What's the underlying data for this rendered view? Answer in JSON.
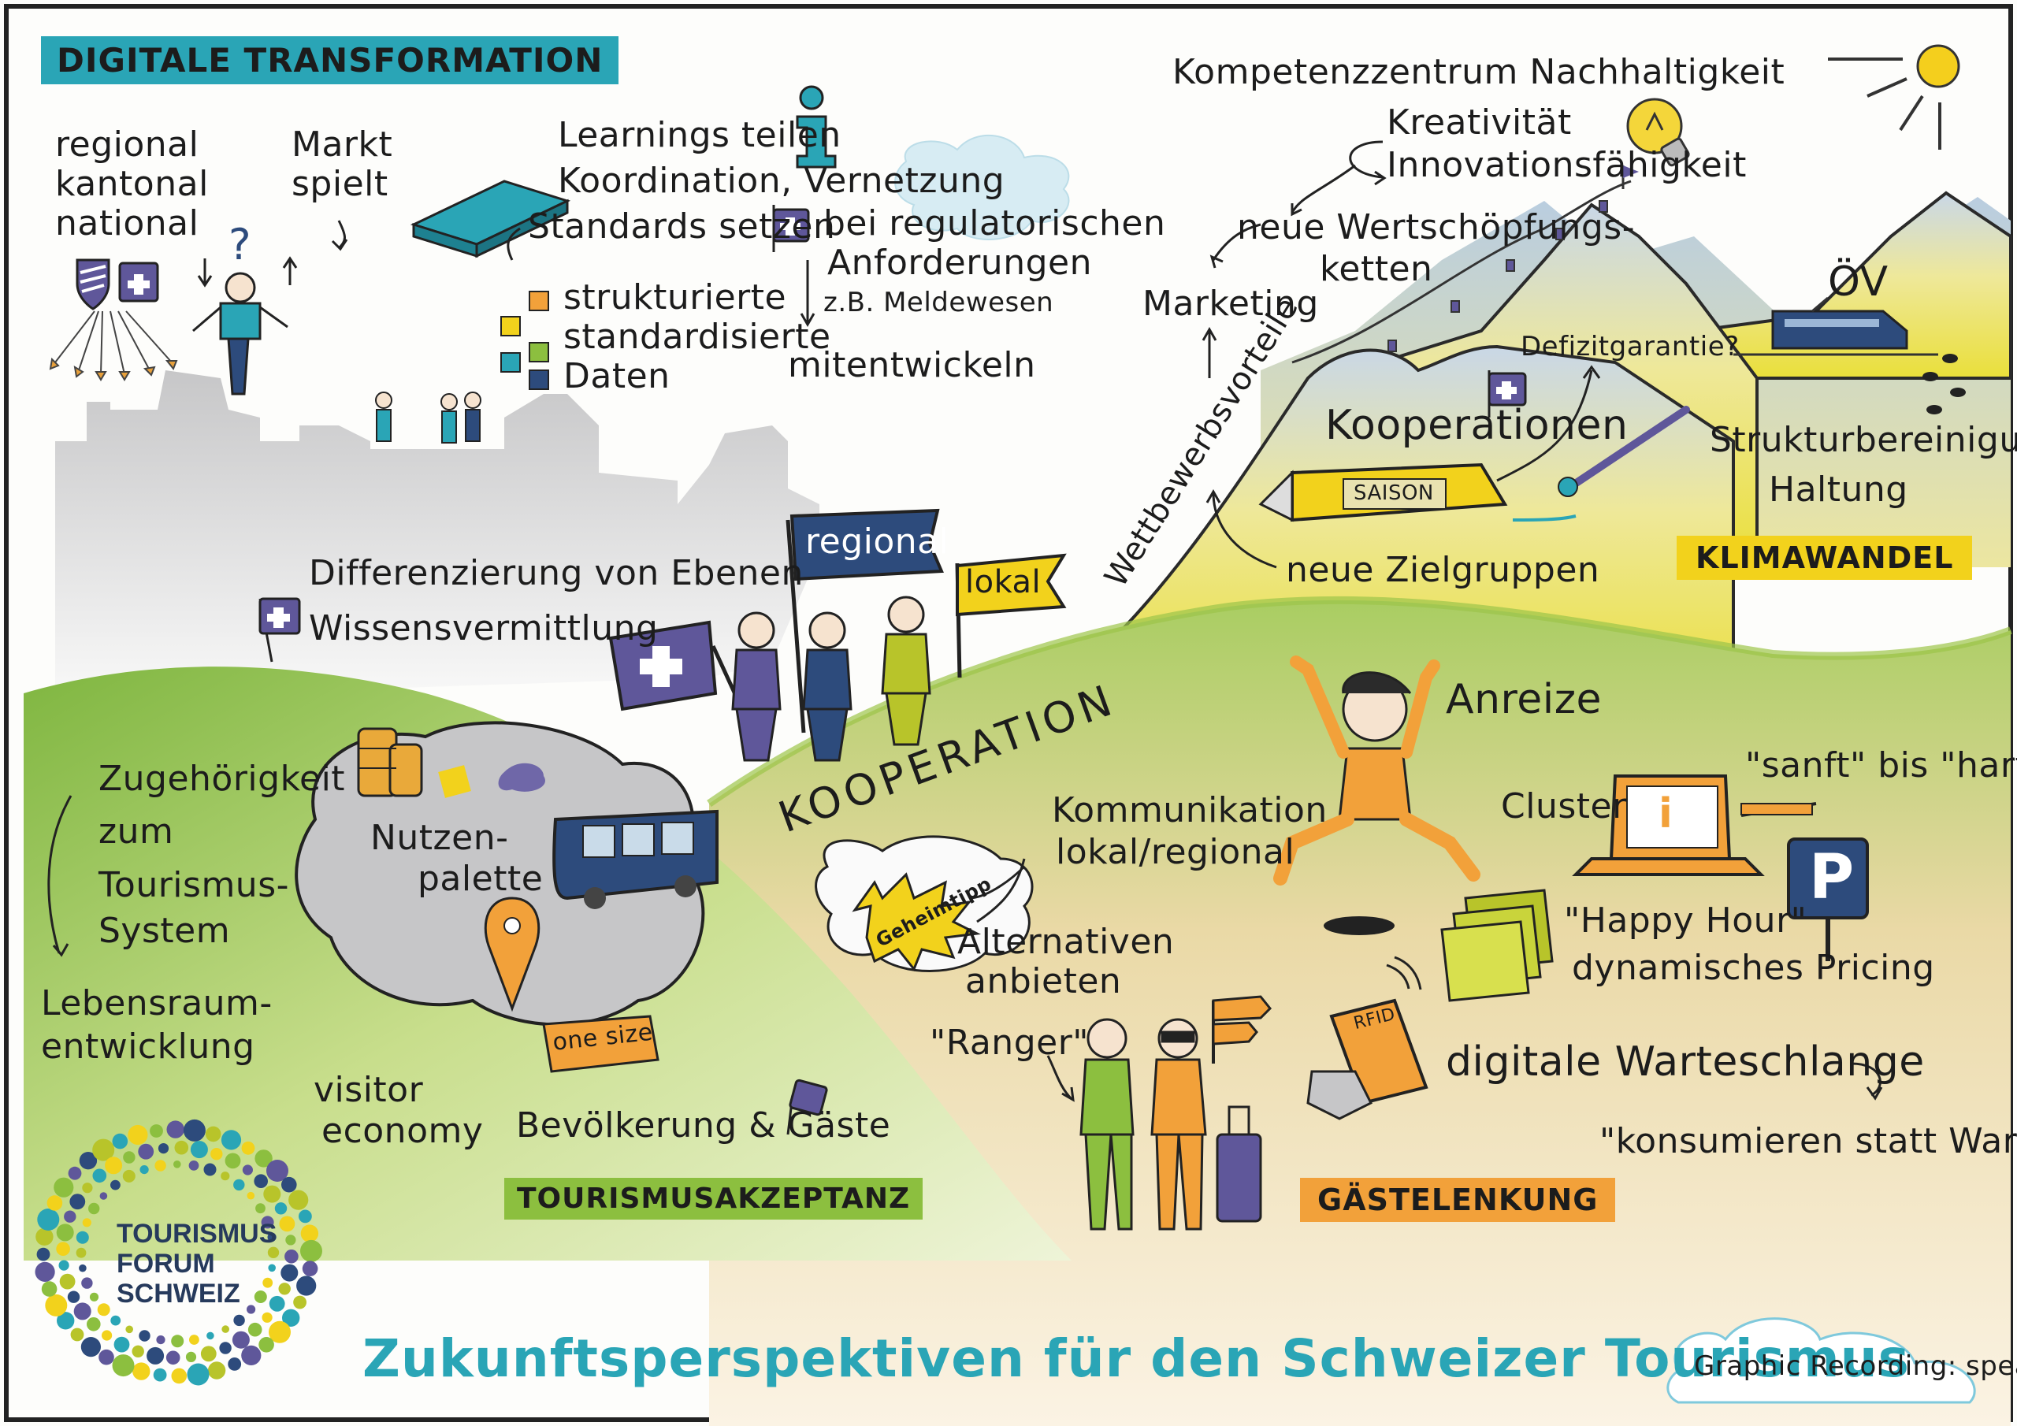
{
  "title": "Zukunftsperspektiven für den Schweizer Tourismus",
  "credit": "Graphic Recording: speakture",
  "logo": {
    "line1": "TOURISMUS",
    "line2": "FORUM",
    "line3": "SCHWEIZ"
  },
  "section_labels": {
    "digital": "DIGITALE TRANSFORMATION",
    "climate": "KLIMAWANDEL",
    "acceptance": "TOURISMUSAKZEPTANZ",
    "guidance": "GÄSTELENKUNG",
    "cooperation": "KOOPERATION"
  },
  "digital": {
    "levels": [
      "regional",
      "kantonal",
      "national"
    ],
    "market": [
      "Markt",
      "spielt"
    ],
    "question": "?",
    "learnings": "Learnings teilen",
    "coordination": "Koordination, Vernetzung",
    "standards": "Standards setzen",
    "regulatory": [
      "bei regulatorischen",
      "Anforderungen"
    ],
    "example": "z.B. Meldewesen",
    "codevelop": "mitentwickeln",
    "data": [
      "strukturierte",
      "standardisierte",
      "Daten"
    ],
    "differentiation": "Differenzierung von Ebenen",
    "knowledge": "Wissensvermittlung"
  },
  "cooperation": {
    "flag_regional": "regional",
    "flag_local": "lokal",
    "competitive": "Wettbewerbsvorteile",
    "marketing": "Marketing",
    "value_chains": [
      "neue Wertschöpfungs-",
      "ketten"
    ],
    "competence": "Kompetenzzentrum Nachhaltigkeit",
    "creativity": [
      "Kreativität",
      "Innovationsfähigkeit"
    ],
    "cooperations": "Kooperationen",
    "target_groups": "neue Zielgruppen",
    "deficit": "Defizitgarantie?"
  },
  "climate": {
    "season": "SAISON",
    "pt": "ÖV",
    "restructuring": "Strukturbereinigung?",
    "attitude": "Haltung"
  },
  "acceptance": {
    "belonging": [
      "Zugehörigkeit",
      "zum",
      "Tourismus-",
      "System"
    ],
    "habitat": [
      "Lebensraum-",
      "entwicklung"
    ],
    "benefits": [
      "Nutzen-",
      "palette"
    ],
    "visitor": [
      "visitor",
      "economy"
    ],
    "one_size": "one size",
    "population": "Bevölkerung & Gäste"
  },
  "guidance": {
    "incentives": "Anreize",
    "communication": [
      "Kommunikation",
      "lokal/regional"
    ],
    "secret_tip": "Geheimtipp",
    "alternatives": [
      "Alternativen",
      "anbieten"
    ],
    "ranger": "\"Ranger\"",
    "cluster": "Cluster",
    "soft_hard": "\"sanft\" bis \"hart\"",
    "happy_hour": "\"Happy Hour\"",
    "pricing": "dynamisches Pricing",
    "queue": "digitale Warteschlange",
    "consume": "\"konsumieren statt Warten\"",
    "rfid": "RFID",
    "info": "i",
    "parking": "P"
  },
  "colors": {
    "teal": "#2aa5b6",
    "yellow": "#f2d21c",
    "green": "#8cbf3f",
    "orange": "#f2a13a",
    "purple": "#5f579a",
    "navy": "#2d4b7c",
    "gray": "#c6c6c8"
  }
}
